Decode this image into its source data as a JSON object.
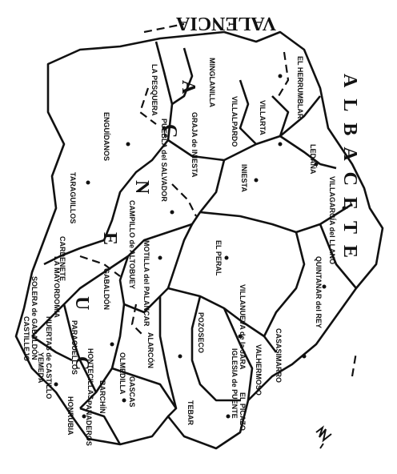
{
  "map": {
    "outside_label_top": "VALENCIA",
    "outside_label_right": "ALBACETE",
    "province_letters": [
      "C",
      "U",
      "E",
      "N",
      "C",
      "A"
    ],
    "signature": "signature",
    "ink_color": "#111111",
    "paper_color": "#ffffff",
    "places": [
      "LA PESQUERA",
      "ENGUÍDANOS",
      "MINGLANILLA",
      "PUEBLA del SALVADOR",
      "GRAJA de INIESTA",
      "VILLALPARDO",
      "VILLARTA",
      "EL HERRUMBLAR",
      "TARAGUILLOS",
      "CAMPILLO de ALTOBUEY",
      "INIESTA",
      "LEDAÑA",
      "VILLAGARCÍA del LLANO",
      "EL PERAL",
      "MOTILLA del PALANCAR",
      "VILLANUEVA de la JARA",
      "QUINTANAR del REY",
      "SOLERA de GABALDÓN",
      "CARDENETE",
      "GABALDÓN",
      "CASTILLEJO",
      "YEMEDA",
      "PARACUELLOS",
      "HONTECILLAS",
      "OLMEDILLA",
      "ALARCÓN",
      "BARCHÍN",
      "HONRUBIA",
      "POZOSECO",
      "IGLESIA de PUENTE",
      "TEBAR",
      "EL PICAZO",
      "CASASIMARRO",
      "GASCAS",
      "HUERTAS de CASTILLO",
      "PANADEROS",
      "LA MAYORDOMIA",
      "VALHERMOSO"
    ]
  }
}
